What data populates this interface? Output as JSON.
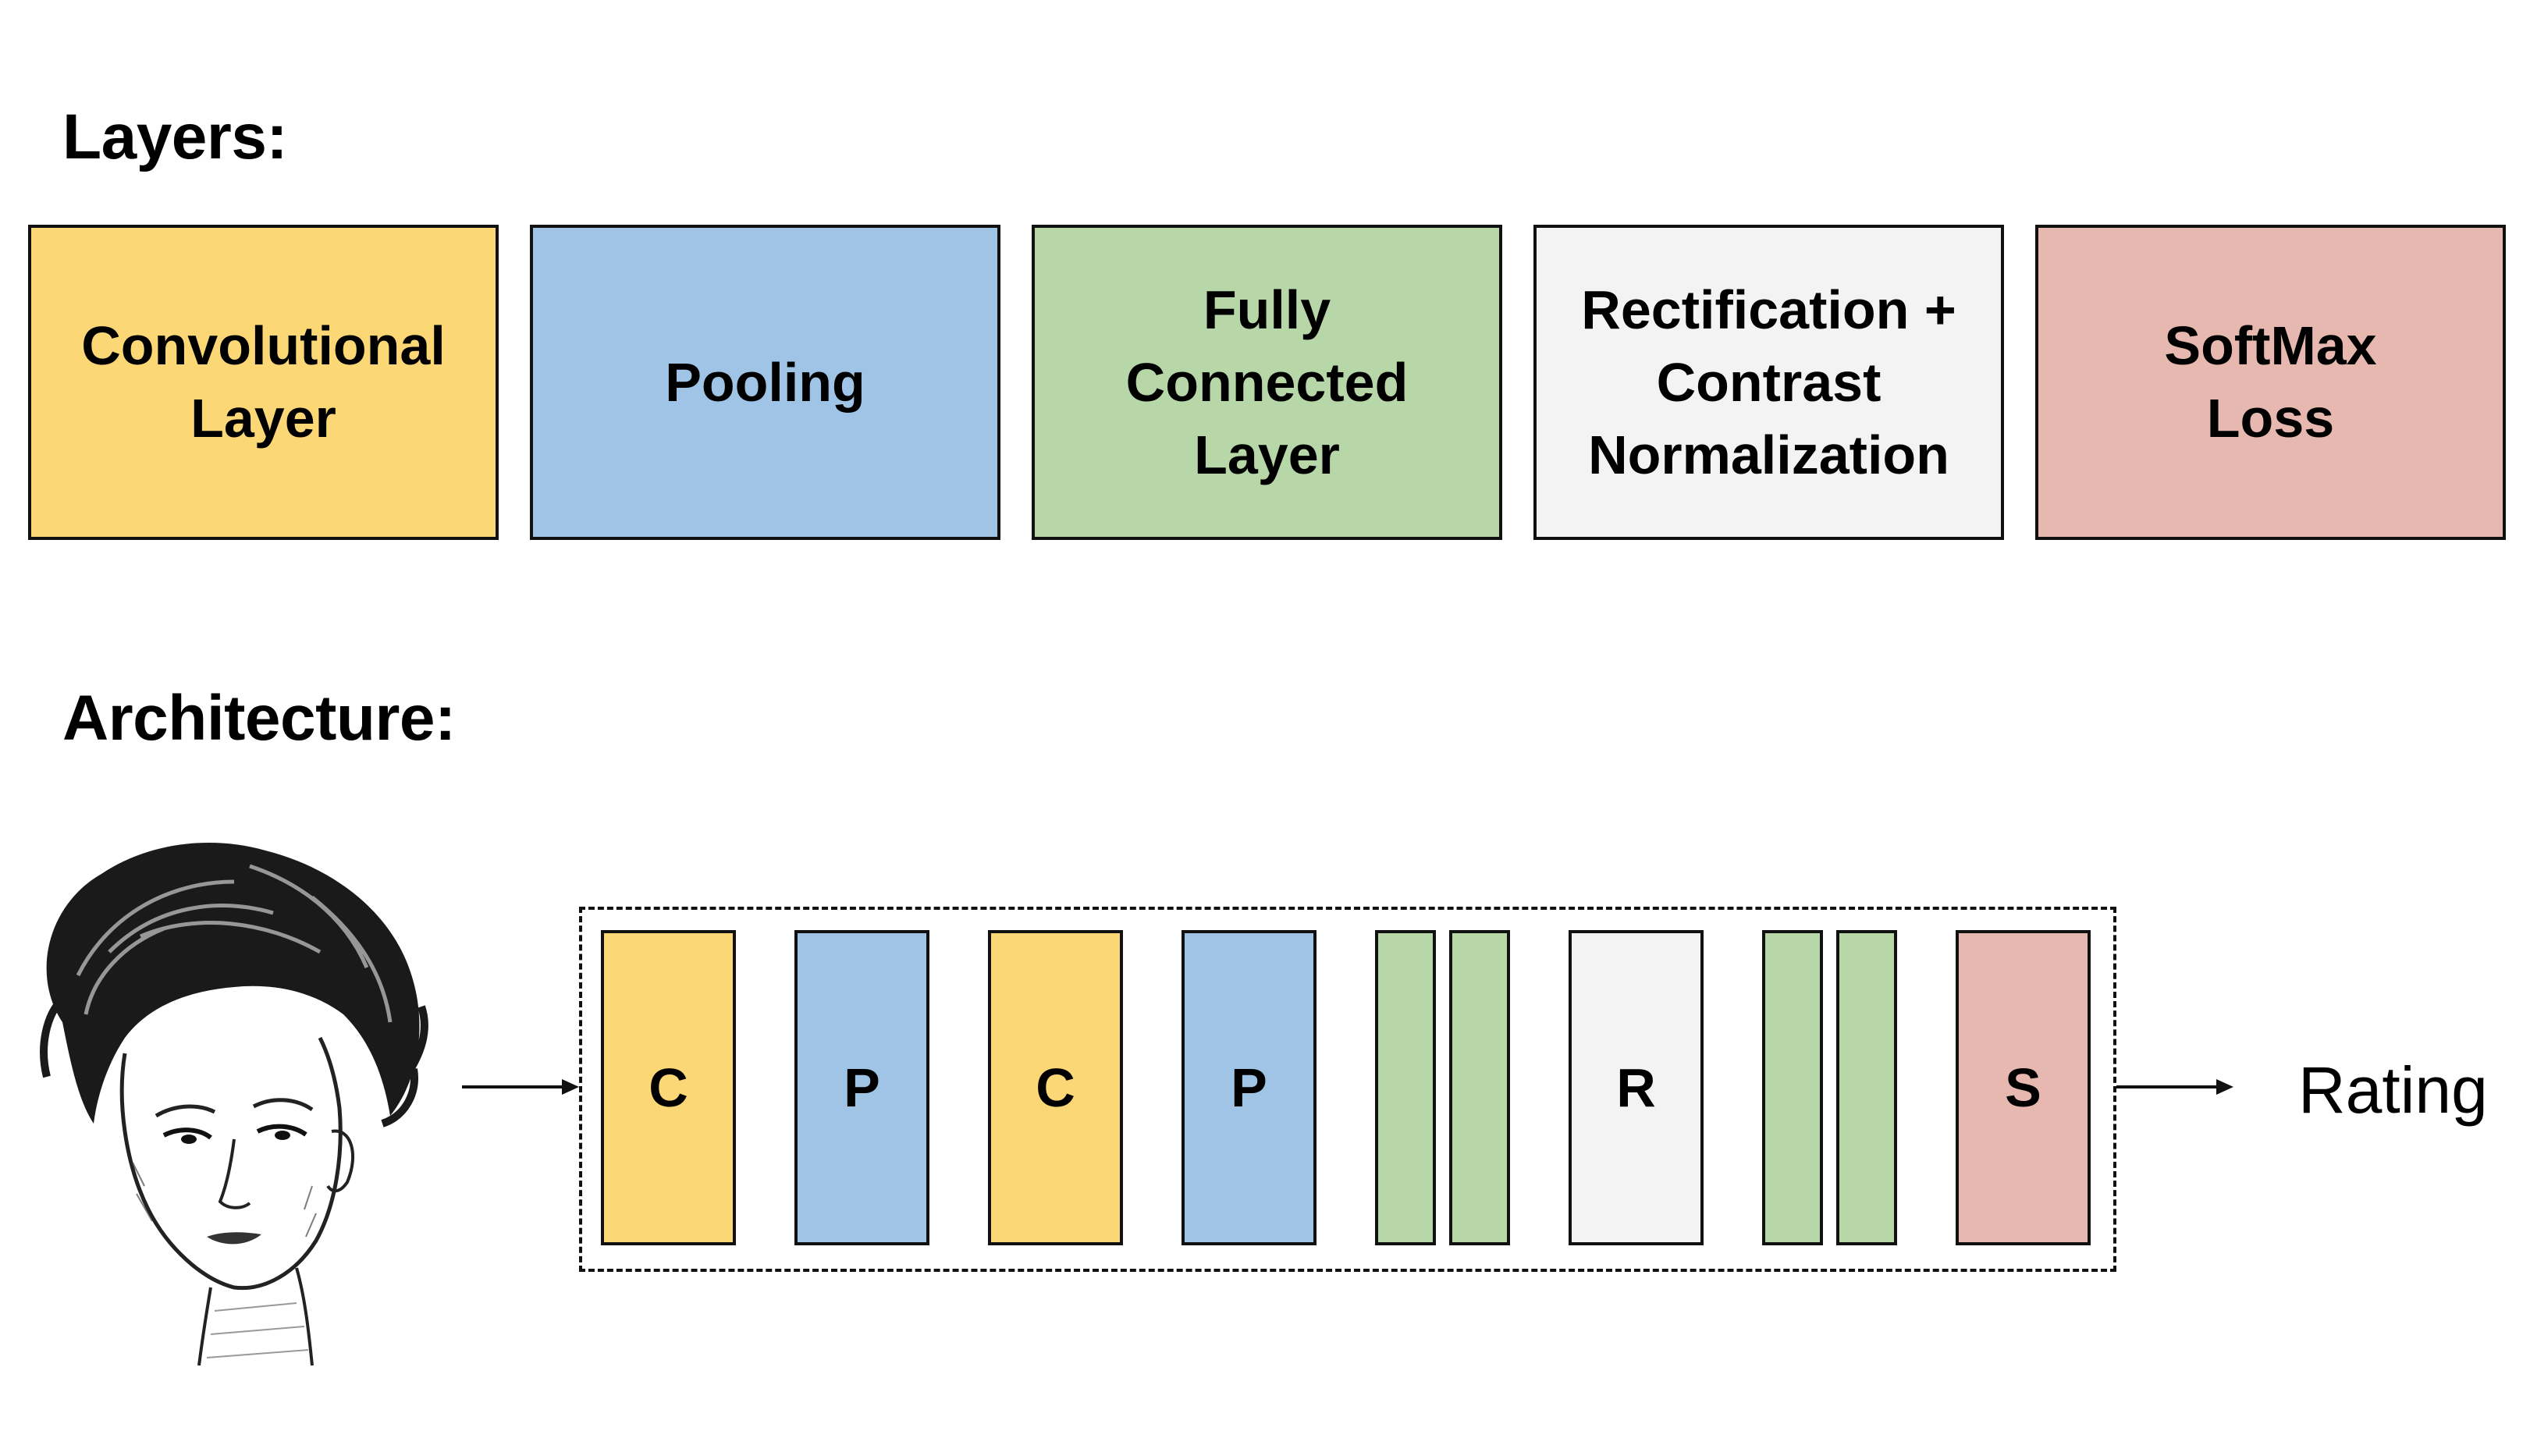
{
  "headings": {
    "layers": "Layers:",
    "architecture": "Architecture:"
  },
  "colors": {
    "convolutional": "#FCD775",
    "pooling": "#A0C4E6",
    "fully_connected": "#B7D7A8",
    "rectification": "#F3F3F3",
    "softmax": "#E6B8AF",
    "outline": "#111111"
  },
  "legend": [
    {
      "key": "convolutional",
      "label": "Convolutional\nLayer"
    },
    {
      "key": "pooling",
      "label": "Pooling"
    },
    {
      "key": "fully_connected",
      "label": "Fully\nConnected\nLayer"
    },
    {
      "key": "rectification",
      "label": "Rectification +\nContrast\nNormalization"
    },
    {
      "key": "softmax",
      "label": "SoftMax\nLoss"
    }
  ],
  "pipeline": [
    {
      "key": "convolutional",
      "label": "C"
    },
    {
      "key": "pooling",
      "label": "P"
    },
    {
      "key": "convolutional",
      "label": "C"
    },
    {
      "key": "pooling",
      "label": "P"
    },
    {
      "key": "fully_connected",
      "label": ""
    },
    {
      "key": "fully_connected",
      "label": ""
    },
    {
      "key": "rectification",
      "label": "R"
    },
    {
      "key": "fully_connected",
      "label": ""
    },
    {
      "key": "fully_connected",
      "label": ""
    },
    {
      "key": "softmax",
      "label": "S"
    }
  ],
  "input": {
    "icon": "sketched-face-icon"
  },
  "output": {
    "label": "Rating"
  }
}
